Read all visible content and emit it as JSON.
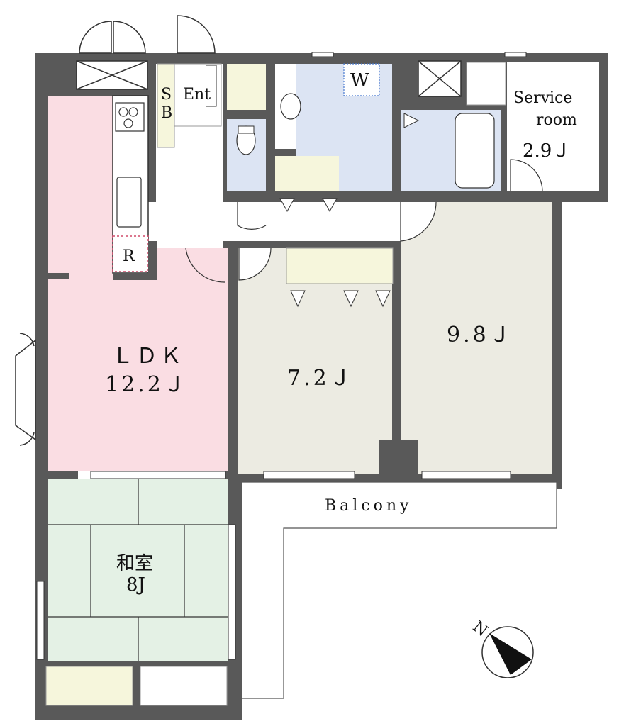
{
  "rooms": {
    "ldk": {
      "name": "ＬＤＫ",
      "size": "12.2Ｊ"
    },
    "bedroom_center": {
      "size": "7.2Ｊ"
    },
    "bedroom_right": {
      "size": "9.8Ｊ"
    },
    "service_room": {
      "line1": "Service",
      "line2": "room",
      "size": "2.9Ｊ"
    },
    "washitsu": {
      "name": "和室",
      "size": "8J"
    }
  },
  "labels": {
    "shoe_box_s": "S",
    "shoe_box_b": "B",
    "entrance": "Ent",
    "washer": "W",
    "refrigerator": "R",
    "balcony": "Balcony",
    "north": "N"
  },
  "colors": {
    "wall": "#595959",
    "ldk": "#fadde3",
    "bedroom": "#ecebe2",
    "wet_area": "#dce4f3",
    "storage": "#f6f6dc",
    "washitsu": "#e4f1e5",
    "corridor": "#ffffff"
  }
}
